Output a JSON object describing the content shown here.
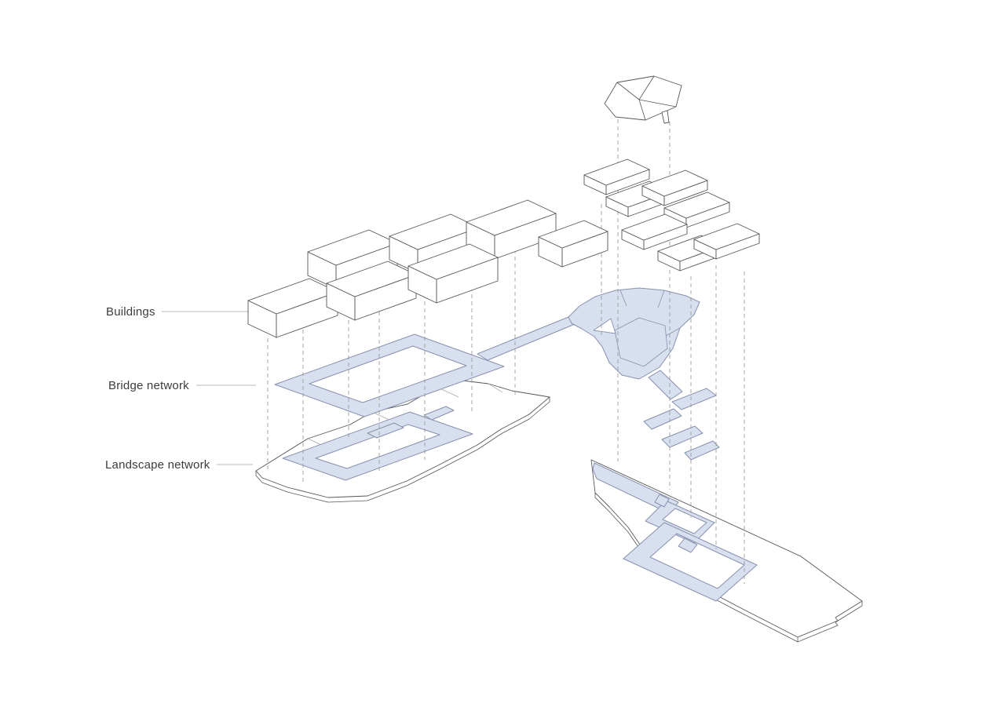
{
  "diagram": {
    "type": "exploded-axonometric-architecture-diagram",
    "labels": {
      "buildings": "Buildings",
      "bridge_network": "Bridge network",
      "landscape_network": "Landscape network"
    },
    "layers": [
      {
        "name": "Buildings",
        "description": "white massing blocks"
      },
      {
        "name": "Bridge network",
        "description": "blue elevated circulation network"
      },
      {
        "name": "Landscape network",
        "description": "ground landscape plates with blue paths"
      }
    ],
    "colors": {
      "background": "#ffffff",
      "outline": "#55565a",
      "network_fill": "#d8dfef",
      "network_stroke": "#8691ad",
      "dashed": "#9b9b9b",
      "leader": "#b8b8b8",
      "text": "#3c3c3c"
    }
  }
}
